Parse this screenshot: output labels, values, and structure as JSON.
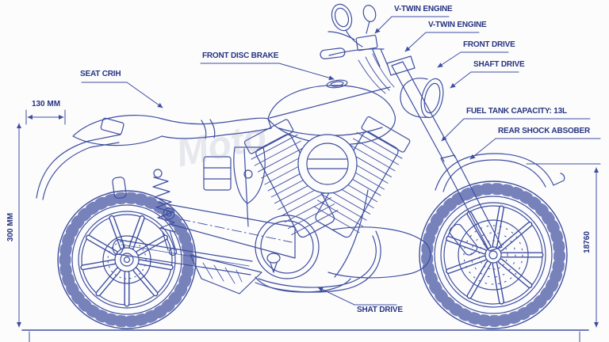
{
  "title": "motorcycle-blueprint",
  "labels": {
    "v_twin_engine_1": "V-TWIN ENGINE",
    "v_twin_engine_2": "V-TWIN ENGINE",
    "front_drive": "FRONT DRIVE",
    "shaft_drive": "SHAFT DRIVE",
    "fuel_tank_capacity": "FUEL TANK CAPACITY: 13L",
    "rear_shock_absorber": "REAR SHOCK ABSOBER",
    "front_disc_brake": "FRONT DISC BRAKE",
    "seat_grip": "SEAT CRIH",
    "shaft_drive_bottom": "SHAT DRIVE"
  },
  "dimensions": {
    "seat_offset": "130 MM",
    "seat_height": "300 MM",
    "front_wheel_height": "18760"
  },
  "watermark": "Moto",
  "colors": {
    "line": "#3e4e9e",
    "text": "#273480",
    "background": "#fcfcfd",
    "watermark": "#969cb2"
  }
}
